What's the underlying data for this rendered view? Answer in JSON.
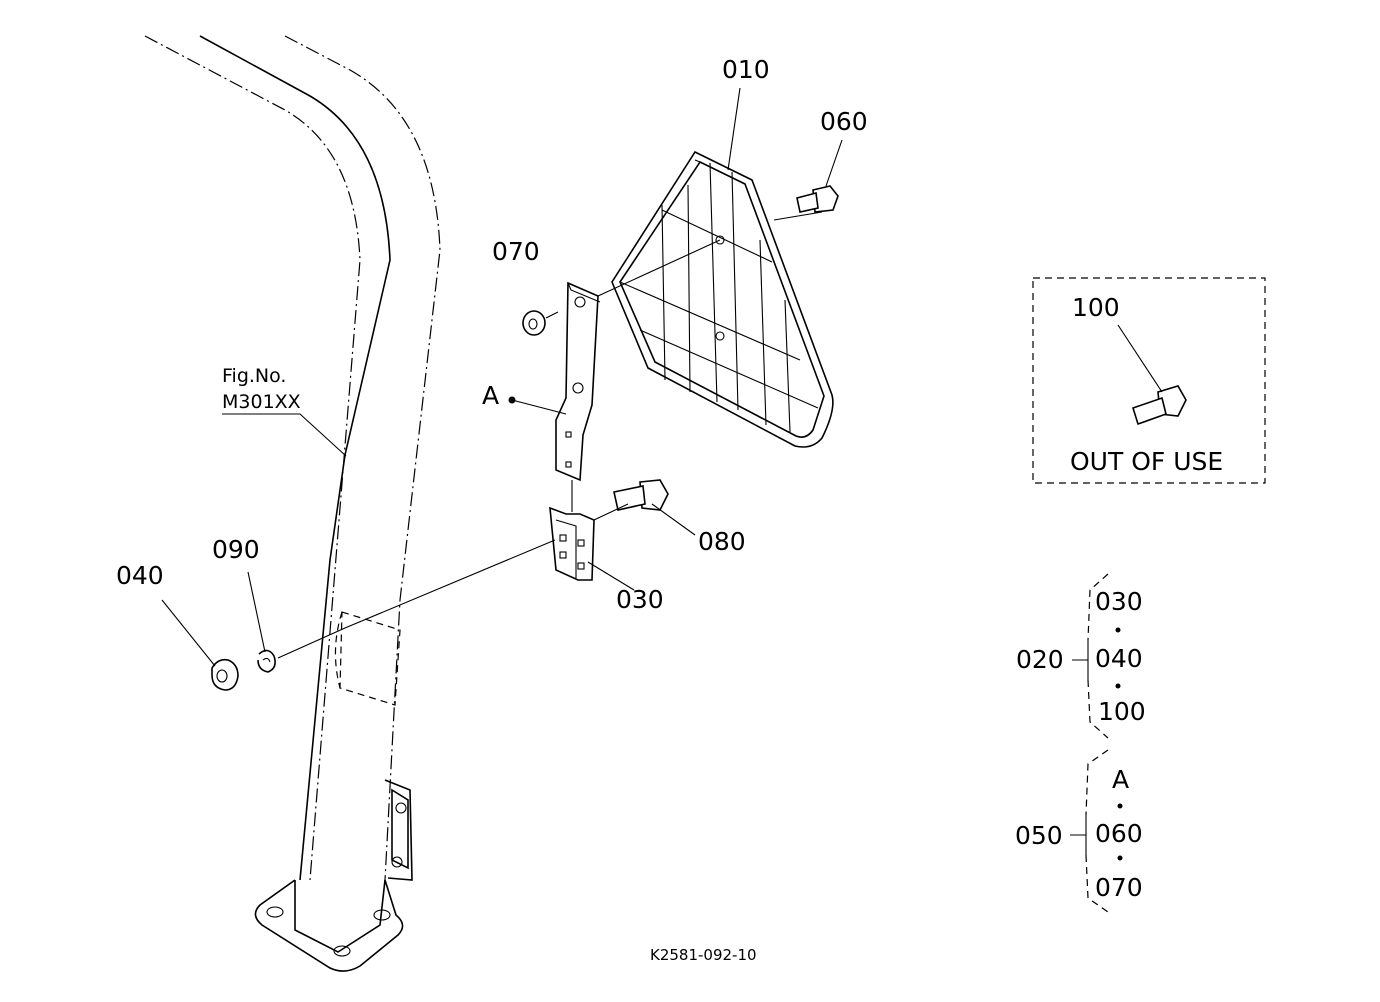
{
  "figure_ref": {
    "line1": "Fig.No.",
    "line2": "M301XX"
  },
  "callouts": {
    "p010": "010",
    "p060": "060",
    "p070": "070",
    "pA": "A",
    "p080": "080",
    "p030": "030",
    "p090": "090",
    "p040": "040",
    "p100": "100"
  },
  "out_of_use_box": {
    "part": "100",
    "label": "OUT OF USE"
  },
  "assemblies": [
    {
      "id": "020",
      "items": [
        "030",
        "040",
        "100"
      ]
    },
    {
      "id": "050",
      "items": [
        "A",
        "060",
        "070"
      ]
    }
  ],
  "drawing_number": "K2581-092-10",
  "icons": [
    "mirror-grid",
    "bolt",
    "nut",
    "lock-washer",
    "bracket",
    "clamp",
    "frame-pillar"
  ]
}
